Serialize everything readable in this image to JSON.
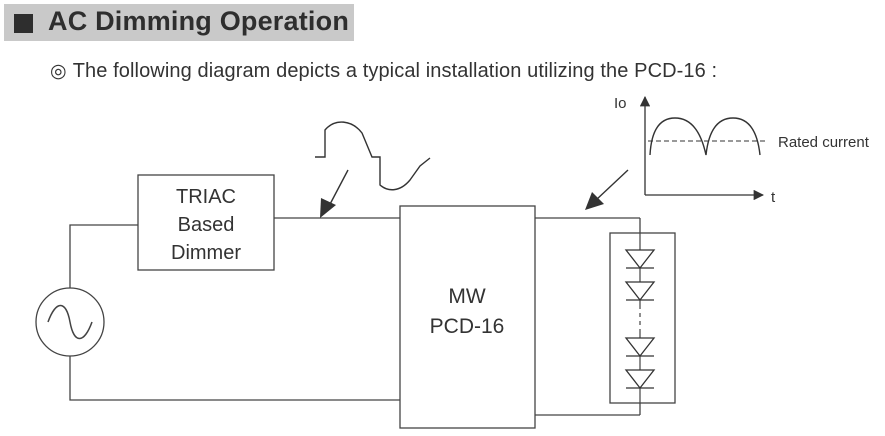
{
  "header": {
    "title": "AC Dimming Operation"
  },
  "subtitle": {
    "bullet": "◎",
    "text": "The following diagram depicts a typical installation utilizing the PCD-16 :"
  },
  "dimmer": {
    "line1": "TRIAC",
    "line2": "Based",
    "line3": "Dimmer"
  },
  "driver": {
    "line1": "MW",
    "line2": "PCD-16"
  },
  "graph": {
    "y_label": "Io",
    "x_label": "t",
    "rated_label": "Rated current"
  },
  "icons": {
    "ac_source": "ac-source-icon",
    "led": "led-diode-icon",
    "arrow": "arrow-icon"
  }
}
